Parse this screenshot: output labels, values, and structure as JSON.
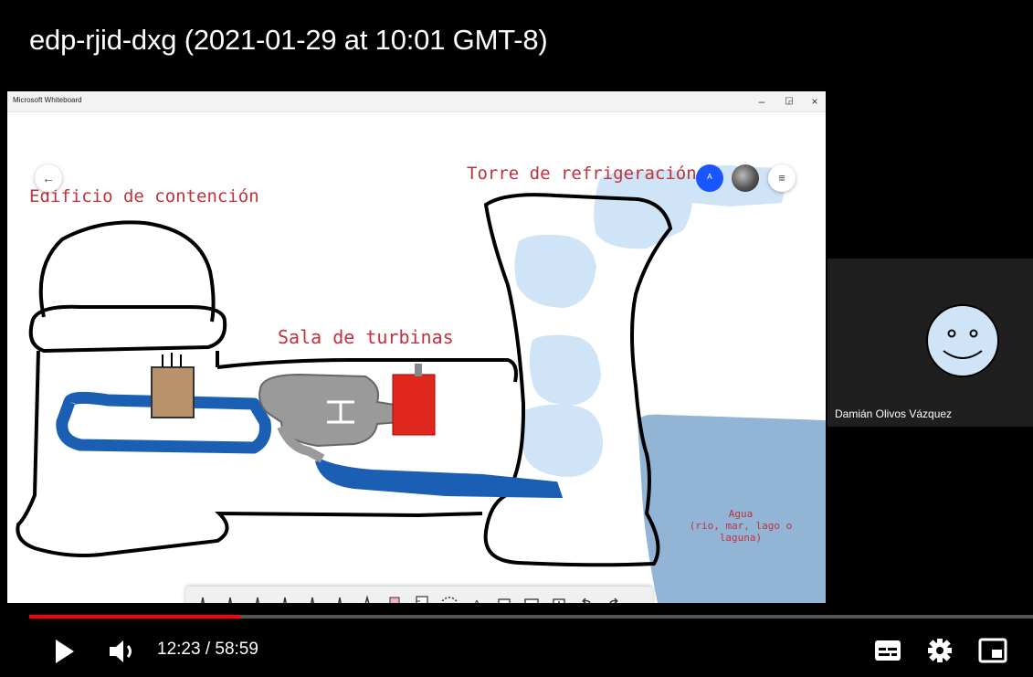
{
  "video": {
    "title": "edp-rjid-dxg (2021-01-29 at 10:01 GMT-8)",
    "time_current": "12:23",
    "time_separator": " / ",
    "time_total": "58:59",
    "progress_fraction": 0.21
  },
  "window": {
    "title": "Microsoft Whiteboard",
    "minimize_symbol": "–",
    "restore_symbol": "◲",
    "close_symbol": "×"
  },
  "whiteboard": {
    "back_symbol": "←",
    "user_symbol": "ᴬ",
    "menu_symbol": "≡",
    "labels": {
      "edificio": "Edificio de contención",
      "torre": "Torre de refrigeración",
      "sala": "Sala de turbinas",
      "agua_line1": "Agua",
      "agua_line2": "(rio, mar, lago o laguna)"
    },
    "colors": {
      "pipe_blue": "#1a5fb4",
      "generator_red": "#e0271e",
      "reactor_brown": "#b8926a",
      "turbine_gray": "#9a9a9a",
      "cloud_blue": "#cfe4f7",
      "water_blue": "#7fa8cf",
      "label_red": "#c0323c"
    },
    "toolbar_tools": [
      "pen-black-icon",
      "pen-red-icon",
      "pen-orange-icon",
      "pen-teal-icon",
      "pen-purple-icon",
      "pen-cyan-icon",
      "pencil-icon",
      "highlighter-icon",
      "ruler-icon",
      "lasso-icon",
      "text-icon",
      "note-icon",
      "image-icon",
      "insert-icon",
      "undo-icon",
      "redo-icon"
    ],
    "toolbar_text_symbol": "A"
  },
  "participant": {
    "name": "Damián Olivos Vázquez"
  },
  "player_icons": [
    "play-icon",
    "volume-icon",
    "subtitles-icon",
    "settings-icon",
    "miniplayer-icon"
  ]
}
